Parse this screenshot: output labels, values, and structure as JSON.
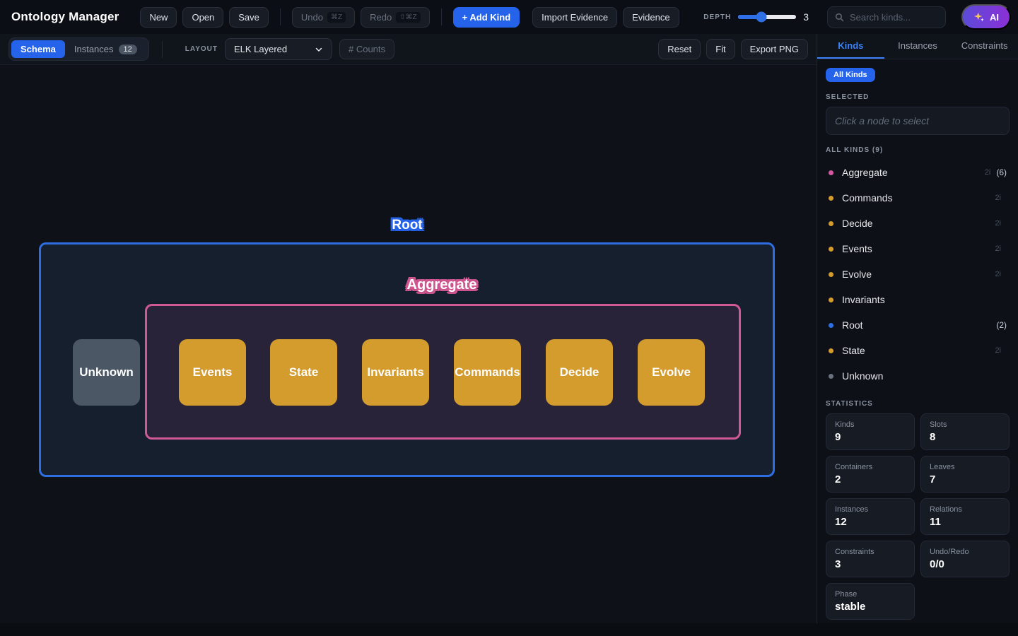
{
  "app": {
    "title": "Ontology Manager"
  },
  "topbar": {
    "new_label": "New",
    "open_label": "Open",
    "save_label": "Save",
    "undo_label": "Undo",
    "undo_shortcut": "⌘Z",
    "redo_label": "Redo",
    "redo_shortcut": "⇧⌘Z",
    "add_kind_label": "+ Add Kind",
    "import_evidence_label": "Import Evidence",
    "evidence_label": "Evidence",
    "depth_label": "DEPTH",
    "depth_value": "3",
    "search_placeholder": "Search kinds...",
    "ai_label": "AI"
  },
  "toolbar": {
    "schema_tab": "Schema",
    "instances_tab": "Instances",
    "instances_count": "12",
    "layout_label": "LAYOUT",
    "layout_value": "ELK Layered",
    "counts_label": "# Counts",
    "reset_label": "Reset",
    "fit_label": "Fit",
    "export_label": "Export PNG"
  },
  "canvas": {
    "root_container_label": "Root",
    "aggregate_container_label": "Aggregate",
    "nodes": [
      {
        "label": "Unknown"
      },
      {
        "label": "Events"
      },
      {
        "label": "State"
      },
      {
        "label": "Invariants"
      },
      {
        "label": "Commands"
      },
      {
        "label": "Decide"
      },
      {
        "label": "Evolve"
      }
    ]
  },
  "sidebar": {
    "tabs": [
      {
        "label": "Kinds"
      },
      {
        "label": "Instances"
      },
      {
        "label": "Constraints"
      }
    ],
    "all_kinds_button": "All Kinds",
    "selected_heading": "SELECTED",
    "selected_placeholder": "Click a node to select",
    "list_heading": "ALL KINDS (9)",
    "kinds": [
      {
        "name": "Aggregate",
        "dot_color": "#d558a0",
        "badge1": "2i",
        "badge2": "(6)"
      },
      {
        "name": "Commands",
        "dot_color": "#d49c2c",
        "badge1": "2i",
        "badge2": ""
      },
      {
        "name": "Decide",
        "dot_color": "#d49c2c",
        "badge1": "2i",
        "badge2": ""
      },
      {
        "name": "Events",
        "dot_color": "#d49c2c",
        "badge1": "2i",
        "badge2": ""
      },
      {
        "name": "Evolve",
        "dot_color": "#d49c2c",
        "badge1": "2i",
        "badge2": ""
      },
      {
        "name": "Invariants",
        "dot_color": "#d49c2c",
        "badge1": "",
        "badge2": ""
      },
      {
        "name": "Root",
        "dot_color": "#2f6fe5",
        "badge1": "",
        "badge2": "(2)"
      },
      {
        "name": "State",
        "dot_color": "#d49c2c",
        "badge1": "2i",
        "badge2": ""
      },
      {
        "name": "Unknown",
        "dot_color": "#6b7280",
        "badge1": "",
        "badge2": ""
      }
    ],
    "stats_heading": "STATISTICS",
    "stats": [
      {
        "label": "Kinds",
        "value": "9"
      },
      {
        "label": "Slots",
        "value": "8"
      },
      {
        "label": "Containers",
        "value": "2"
      },
      {
        "label": "Leaves",
        "value": "7"
      },
      {
        "label": "Instances",
        "value": "12"
      },
      {
        "label": "Relations",
        "value": "11"
      },
      {
        "label": "Constraints",
        "value": "3"
      },
      {
        "label": "Undo/Redo",
        "value": "0/0"
      },
      {
        "label": "Phase",
        "value": "stable"
      }
    ]
  },
  "colors": {
    "accent_blue": "#2563eb",
    "container_blue_border": "#2f6ee0",
    "container_pink_border": "#cf5a95",
    "node_orange": "#d49c2c",
    "node_gray": "#4b5765",
    "ai_purple": "#8b30d6",
    "canvas_bg": "#0e1117"
  }
}
